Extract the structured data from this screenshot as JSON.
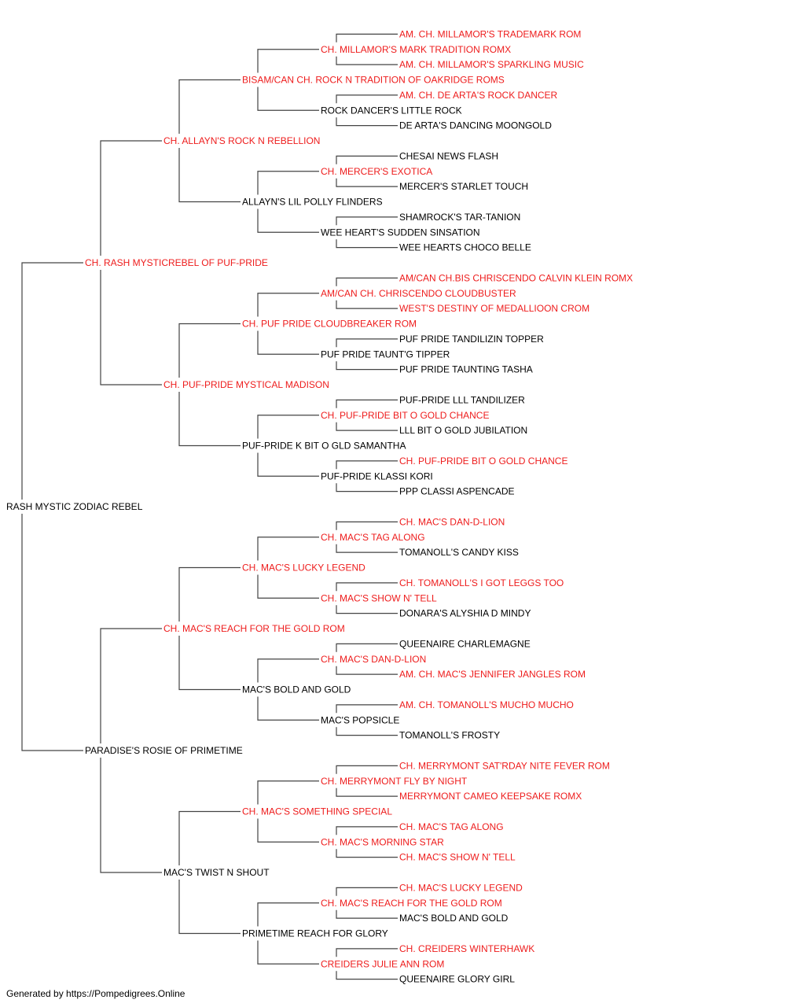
{
  "pedigree": {
    "name": "RASH MYSTIC ZODIAC REBEL",
    "champion": false,
    "sire": {
      "name": "CH. RASH MYSTICREBEL OF PUF-PRIDE",
      "champion": true,
      "sire": {
        "name": "CH. ALLAYN'S ROCK N REBELLION",
        "champion": true,
        "sire": {
          "name": "BISAM/CAN CH. ROCK N TRADITION OF OAKRIDGE ROMS",
          "champion": true,
          "sire": {
            "name": "CH. MILLAMOR'S MARK TRADITION ROMX",
            "champion": true,
            "sire": {
              "name": "AM. CH. MILLAMOR'S TRADEMARK ROM",
              "champion": true
            },
            "dam": {
              "name": "AM. CH. MILLAMOR'S SPARKLING MUSIC",
              "champion": true
            }
          },
          "dam": {
            "name": "ROCK DANCER'S LITTLE ROCK",
            "champion": false,
            "sire": {
              "name": "AM. CH. DE ARTA'S ROCK DANCER",
              "champion": true
            },
            "dam": {
              "name": "DE ARTA'S DANCING MOONGOLD",
              "champion": false
            }
          }
        },
        "dam": {
          "name": "ALLAYN'S LIL POLLY FLINDERS",
          "champion": false,
          "sire": {
            "name": "CH. MERCER'S EXOTICA",
            "champion": true,
            "sire": {
              "name": "CHESAI NEWS FLASH",
              "champion": false
            },
            "dam": {
              "name": "MERCER'S STARLET TOUCH",
              "champion": false
            }
          },
          "dam": {
            "name": "WEE HEART'S SUDDEN SINSATION",
            "champion": false,
            "sire": {
              "name": "SHAMROCK'S TAR-TANION",
              "champion": false
            },
            "dam": {
              "name": "WEE HEARTS CHOCO BELLE",
              "champion": false
            }
          }
        }
      },
      "dam": {
        "name": "CH. PUF-PRIDE MYSTICAL MADISON",
        "champion": true,
        "sire": {
          "name": "CH. PUF PRIDE CLOUDBREAKER ROM",
          "champion": true,
          "sire": {
            "name": "AM/CAN CH. CHRISCENDO CLOUDBUSTER",
            "champion": true,
            "sire": {
              "name": "AM/CAN CH.BIS CHRISCENDO CALVIN KLEIN ROMX",
              "champion": true
            },
            "dam": {
              "name": "WEST'S DESTINY OF MEDALLIOON CROM",
              "champion": true
            }
          },
          "dam": {
            "name": "PUF PRIDE TAUNT'G TIPPER",
            "champion": false,
            "sire": {
              "name": "PUF PRIDE TANDILIZIN TOPPER",
              "champion": false
            },
            "dam": {
              "name": "PUF PRIDE TAUNTING TASHA",
              "champion": false
            }
          }
        },
        "dam": {
          "name": "PUF-PRIDE K BIT O GLD SAMANTHA",
          "champion": false,
          "sire": {
            "name": "CH. PUF-PRIDE BIT O GOLD CHANCE",
            "champion": true,
            "sire": {
              "name": "PUF-PRIDE LLL TANDILIZER",
              "champion": false
            },
            "dam": {
              "name": "LLL BIT O GOLD JUBILATION",
              "champion": false
            }
          },
          "dam": {
            "name": "PUF-PRIDE KLASSI KORI",
            "champion": false,
            "sire": {
              "name": "CH. PUF-PRIDE BIT O GOLD CHANCE",
              "champion": true
            },
            "dam": {
              "name": "PPP CLASSI ASPENCADE",
              "champion": false
            }
          }
        }
      }
    },
    "dam": {
      "name": "PARADISE'S ROSIE OF PRIMETIME",
      "champion": false,
      "sire": {
        "name": "CH. MAC'S REACH FOR THE GOLD ROM",
        "champion": true,
        "sire": {
          "name": "CH. MAC'S LUCKY LEGEND",
          "champion": true,
          "sire": {
            "name": "CH. MAC'S TAG ALONG",
            "champion": true,
            "sire": {
              "name": "CH. MAC'S DAN-D-LION",
              "champion": true
            },
            "dam": {
              "name": "TOMANOLL'S CANDY KISS",
              "champion": false
            }
          },
          "dam": {
            "name": "CH. MAC'S SHOW N' TELL",
            "champion": true,
            "sire": {
              "name": "CH. TOMANOLL'S I GOT LEGGS TOO",
              "champion": true
            },
            "dam": {
              "name": "DONARA'S ALYSHIA D MINDY",
              "champion": false
            }
          }
        },
        "dam": {
          "name": "MAC'S BOLD AND GOLD",
          "champion": false,
          "sire": {
            "name": "CH. MAC'S DAN-D-LION",
            "champion": true,
            "sire": {
              "name": "QUEENAIRE CHARLEMAGNE",
              "champion": false
            },
            "dam": {
              "name": "AM. CH. MAC'S JENNIFER JANGLES ROM",
              "champion": true
            }
          },
          "dam": {
            "name": "MAC'S POPSICLE",
            "champion": false,
            "sire": {
              "name": "AM. CH. TOMANOLL'S MUCHO MUCHO",
              "champion": true
            },
            "dam": {
              "name": "TOMANOLL'S FROSTY",
              "champion": false
            }
          }
        }
      },
      "dam": {
        "name": "MAC'S TWIST N SHOUT",
        "champion": false,
        "sire": {
          "name": "CH. MAC'S SOMETHING SPECIAL",
          "champion": true,
          "sire": {
            "name": "CH. MERRYMONT FLY BY NIGHT",
            "champion": true,
            "sire": {
              "name": "CH. MERRYMONT SAT'RDAY NITE FEVER ROM",
              "champion": true
            },
            "dam": {
              "name": "MERRYMONT CAMEO KEEPSAKE ROMX",
              "champion": true
            }
          },
          "dam": {
            "name": "CH. MAC'S MORNING STAR",
            "champion": true,
            "sire": {
              "name": "CH. MAC'S TAG ALONG",
              "champion": true
            },
            "dam": {
              "name": "CH. MAC'S SHOW N' TELL",
              "champion": true
            }
          }
        },
        "dam": {
          "name": "PRIMETIME REACH FOR GLORY",
          "champion": false,
          "sire": {
            "name": "CH. MAC'S REACH FOR THE GOLD ROM",
            "champion": true,
            "sire": {
              "name": "CH. MAC'S LUCKY LEGEND",
              "champion": true
            },
            "dam": {
              "name": "MAC'S BOLD AND GOLD",
              "champion": false
            }
          },
          "dam": {
            "name": "CREIDERS JULIE ANN ROM",
            "champion": true,
            "sire": {
              "name": "CH. CREIDERS WINTERHAWK",
              "champion": true
            },
            "dam": {
              "name": "QUEENAIRE GLORY GIRL",
              "champion": false
            }
          }
        }
      }
    }
  },
  "colors": {
    "champion": "#ee1c1c",
    "normal": "#000000",
    "line": "#444444"
  },
  "footer": "Generated by https://Pompedigrees.Online"
}
